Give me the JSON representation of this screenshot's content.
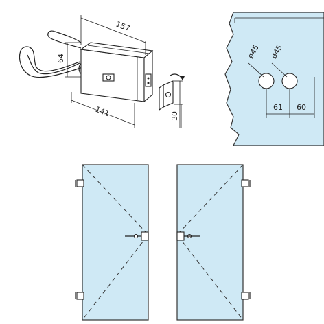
{
  "colors": {
    "glass": "#cfe9f5",
    "line": "#222222"
  },
  "lock_view": {
    "dims": {
      "length_total": "157",
      "length_body": "141",
      "height_handle": "64",
      "strike_height": "30"
    }
  },
  "hole_view": {
    "dims": {
      "hole1_diameter": "ø45",
      "hole2_diameter": "ø45",
      "offset1": "61",
      "offset2": "60"
    }
  },
  "doors": [
    {
      "name": "left-hinged-door",
      "hinge_side": "left"
    },
    {
      "name": "right-hinged-door",
      "hinge_side": "right"
    }
  ]
}
